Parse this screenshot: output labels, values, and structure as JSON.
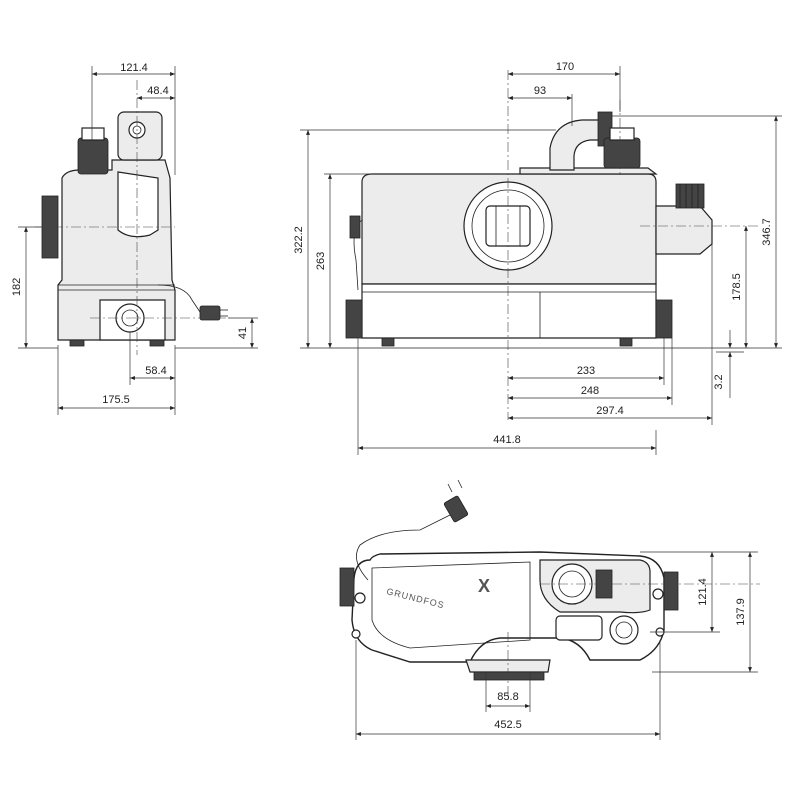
{
  "side_view": {
    "width_top": "121.4",
    "outlet_offset": "48.4",
    "inlet_height": "182",
    "bottom_inlet_height": "41",
    "bottom_inlet_offset": "58.4",
    "total_depth": "175.5"
  },
  "front_view": {
    "outlet_distance": "170",
    "outlet_center": "93",
    "height_322": "322.2",
    "height_263": "263",
    "total_height": "346.7",
    "side_inlet_height": "178.5",
    "floor_offset": "3.2",
    "dim_233": "233",
    "dim_248": "248",
    "dim_297": "297.4",
    "total_length": "441.8"
  },
  "top_view": {
    "brand": "GRUNDFOS",
    "brand_mark": "X",
    "depth_121": "121.4",
    "depth_137": "137.9",
    "bottom_width": "85.8",
    "total_width": "452.5"
  }
}
